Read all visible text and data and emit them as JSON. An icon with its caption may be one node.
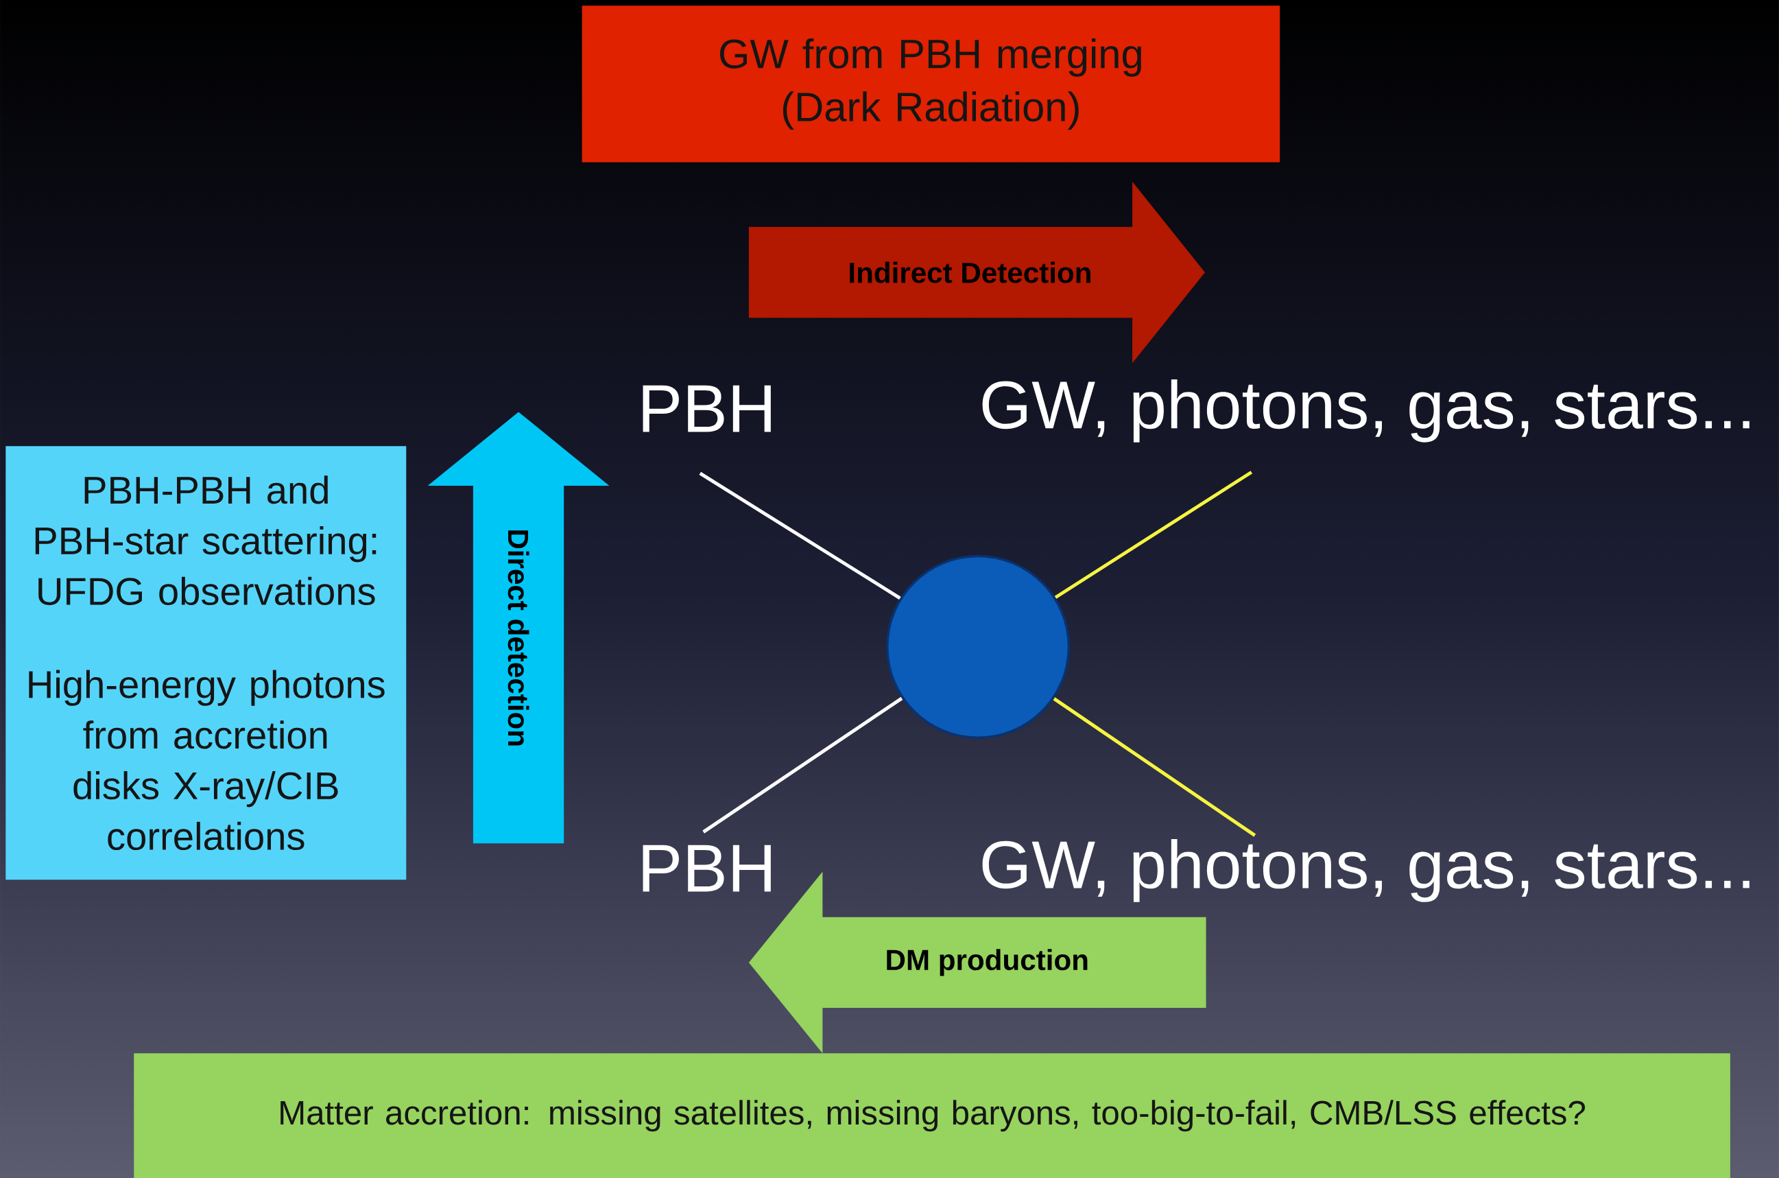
{
  "diagram": {
    "nodes": [
      {
        "text": [
          "GW from PBH merging (Dark Radiation)"
        ]
      },
      {
        "text": [
          "Indirect Detection"
        ]
      },
      {
        "text": [
          "PBH"
        ]
      },
      {
        "text": [
          "GW, photons, gas, stars..."
        ]
      },
      {
        "text": [
          "PBH-PBH and PBH-star scattering: UFDG observations",
          "High-energy photons from accretion disks X-ray/CIB correlations"
        ]
      },
      {
        "text": [
          "Direct detection"
        ]
      },
      {
        "text": [],
        "shape": "circle"
      },
      {
        "text": [
          "PBH"
        ]
      },
      {
        "text": [
          "GW, photons, gas, stars..."
        ]
      },
      {
        "text": [
          "DM production"
        ]
      },
      {
        "text": [
          "Matter accretion: missing satellites, missing baryons, too-big-to-fail,  CMB/LSS effects?"
        ]
      }
    ],
    "edges": [
      {
        "from": 2,
        "to": 6,
        "arrow": "none",
        "color": "#ffffff"
      },
      {
        "from": 6,
        "to": 3,
        "arrow": "none",
        "color": "#f5f542"
      },
      {
        "from": 7,
        "to": 6,
        "arrow": "none",
        "color": "#ffffff"
      },
      {
        "from": 6,
        "to": 8,
        "arrow": "none",
        "color": "#f5f542"
      }
    ]
  }
}
